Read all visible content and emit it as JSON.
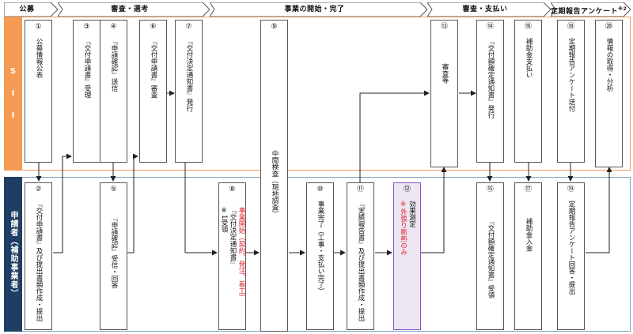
{
  "phases": [
    {
      "label": "公募"
    },
    {
      "label": "審査・選考"
    },
    {
      "label": "事業の開始・完了"
    },
    {
      "label": "審査・支払い"
    },
    {
      "label": "定期報告アンケート",
      "note": "※2"
    }
  ],
  "lanes": {
    "sii": {
      "label_chars": [
        "S",
        "I",
        "I"
      ]
    },
    "applicant": {
      "label": "申請者（補助事業者）"
    }
  },
  "steps": [
    {
      "num": "①",
      "text": "公募情報公表"
    },
    {
      "num": "②",
      "text": "『交付申請書』及び提出書類作成・提出"
    },
    {
      "num": "③",
      "text": "『交付申請書』受理"
    },
    {
      "num": "④",
      "text": "『申請確認』送信"
    },
    {
      "num": "⑤",
      "text": "『申請確認』受信・回答"
    },
    {
      "num": "⑥",
      "text": "『交付申請書』審査"
    },
    {
      "num": "⑦",
      "text": "『交付決定通知書』発行"
    },
    {
      "num": "⑧",
      "red": "事業開始（契約、発注、着工）",
      "text": "『交付決定通知書』",
      "note": "※1",
      "text2": "受領"
    },
    {
      "num": "⑨",
      "text": "中間検査（現地調査）"
    },
    {
      "num": "⑩",
      "text": "事業完了（工事・支払い完了）"
    },
    {
      "num": "⑪",
      "text": "『実績報告書』及び提出書類作成・提出"
    },
    {
      "num": "⑫",
      "text": "効果測定",
      "red": "※外張り断熱のみ"
    },
    {
      "num": "⑬",
      "text": "審査等"
    },
    {
      "num": "⑭",
      "text": "『交付額確定通知書』発行"
    },
    {
      "num": "⑮",
      "text": "『交付額確定通知書』受領"
    },
    {
      "num": "⑯",
      "text": "補助金支払い"
    },
    {
      "num": "⑰",
      "text": "補助金入金"
    },
    {
      "num": "⑱",
      "text": "定期報告アンケート送付"
    },
    {
      "num": "⑲",
      "text": "定期報告アンケート回答・提出"
    },
    {
      "num": "⑳",
      "text": "情報の取得・分析"
    }
  ],
  "colors": {
    "sii": "#f59a53",
    "applicant": "#1f3e63",
    "highlight": "#8a52c7",
    "red_text": "#e0202a"
  }
}
